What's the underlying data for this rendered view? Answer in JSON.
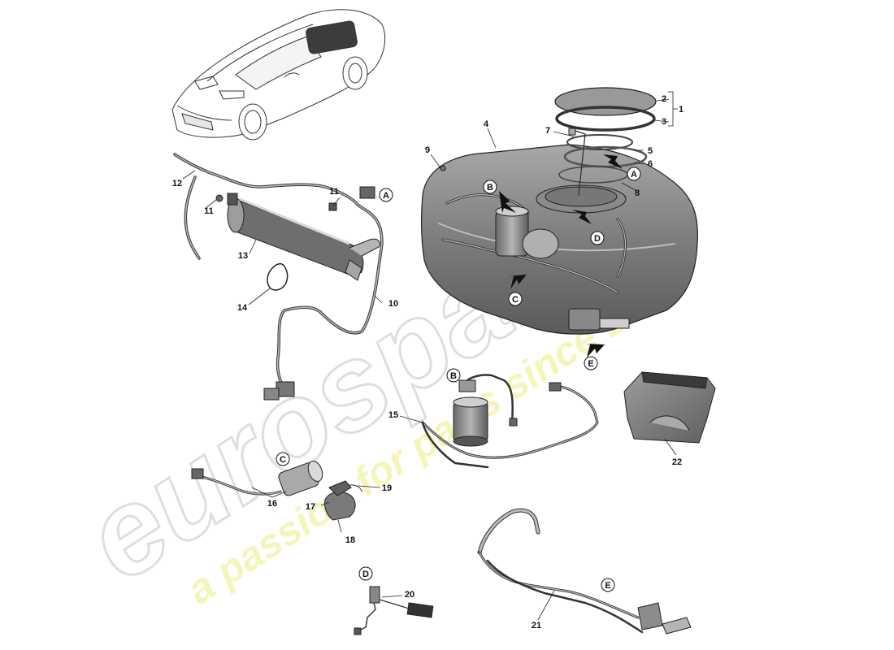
{
  "watermark": {
    "brand": "eurospares",
    "tagline": "a passion for parts since 1985",
    "brand_color": "#d9d9d9",
    "tagline_color": "#f2f29a"
  },
  "labels": [
    {
      "id": "n1",
      "text": "1"
    },
    {
      "id": "n2",
      "text": "2"
    },
    {
      "id": "n3",
      "text": "3"
    },
    {
      "id": "n4",
      "text": "4"
    },
    {
      "id": "n5",
      "text": "5"
    },
    {
      "id": "n6",
      "text": "6"
    },
    {
      "id": "n7",
      "text": "7"
    },
    {
      "id": "n8",
      "text": "8"
    },
    {
      "id": "n9",
      "text": "9"
    },
    {
      "id": "n10",
      "text": "10"
    },
    {
      "id": "n11a",
      "text": "11"
    },
    {
      "id": "n11b",
      "text": "11"
    },
    {
      "id": "n12",
      "text": "12"
    },
    {
      "id": "n13",
      "text": "13"
    },
    {
      "id": "n14",
      "text": "14"
    },
    {
      "id": "n15",
      "text": "15"
    },
    {
      "id": "n16",
      "text": "16"
    },
    {
      "id": "n17",
      "text": "17"
    },
    {
      "id": "n18",
      "text": "18"
    },
    {
      "id": "n19",
      "text": "19"
    },
    {
      "id": "n20",
      "text": "20"
    },
    {
      "id": "n21",
      "text": "21"
    },
    {
      "id": "n22",
      "text": "22"
    }
  ],
  "callouts": [
    {
      "id": "cA1",
      "text": "A"
    },
    {
      "id": "cA2",
      "text": "A"
    },
    {
      "id": "cB1",
      "text": "B"
    },
    {
      "id": "cB2",
      "text": "B"
    },
    {
      "id": "cC1",
      "text": "C"
    },
    {
      "id": "cC2",
      "text": "C"
    },
    {
      "id": "cD1",
      "text": "D"
    },
    {
      "id": "cD2",
      "text": "D"
    },
    {
      "id": "cE1",
      "text": "E"
    },
    {
      "id": "cE2",
      "text": "E"
    }
  ]
}
